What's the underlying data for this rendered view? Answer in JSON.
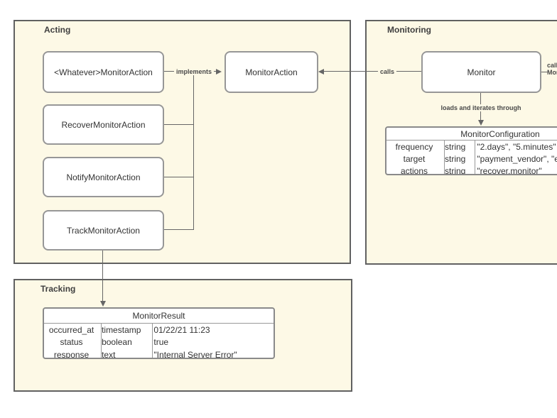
{
  "colors": {
    "container_fill": "#fdf9e6",
    "container_border": "#616161",
    "node_border": "#979797",
    "connector": "#666666",
    "text": "#333333"
  },
  "containers": {
    "acting": {
      "label": "Acting"
    },
    "monitoring": {
      "label": "Monitoring"
    },
    "tracking": {
      "label": "Tracking"
    }
  },
  "nodes": {
    "whatever_monitor_action": {
      "label": "<Whatever>MonitorAction"
    },
    "recover_monitor_action": {
      "label": "RecoverMonitorAction"
    },
    "notify_monitor_action": {
      "label": "NotifyMonitorAction"
    },
    "track_monitor_action": {
      "label": "TrackMonitorAction"
    },
    "monitor_action": {
      "label": "MonitorAction"
    },
    "monitor": {
      "label": "Monitor"
    }
  },
  "edges": {
    "implements": {
      "label": "implements"
    },
    "calls": {
      "label": "calls"
    },
    "loads": {
      "label": "loads and iterates through"
    },
    "clipped_right": {
      "line1": "calls",
      "line2": "Mon"
    }
  },
  "tables": {
    "monitor_configuration": {
      "title": "MonitorConfiguration",
      "rows": [
        {
          "name": "frequency",
          "type": "string",
          "value": "\"2.days\", \"5.minutes\""
        },
        {
          "name": "target",
          "type": "string",
          "value": "\"payment_vendor\", \"exp"
        },
        {
          "name": "actions",
          "type": "string",
          "value": "\"recover,monitor\""
        }
      ]
    },
    "monitor_result": {
      "title": "MonitorResult",
      "rows": [
        {
          "name": "occurred_at",
          "type": "timestamp",
          "value": "01/22/21 11:23"
        },
        {
          "name": "status",
          "type": "boolean",
          "value": "true"
        },
        {
          "name": "response",
          "type": "text",
          "value": "\"Internal Server Error\""
        }
      ]
    }
  }
}
